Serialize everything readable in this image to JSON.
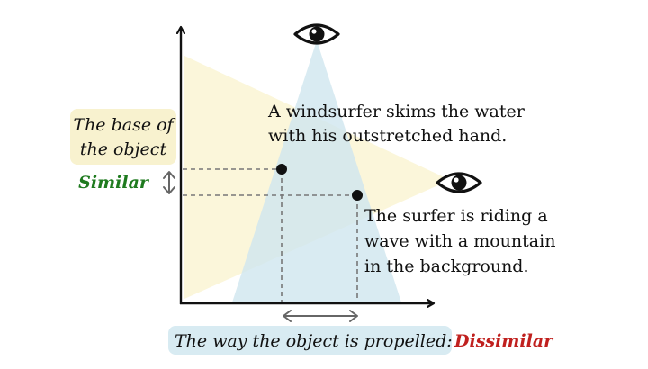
{
  "captions": {
    "upper_line1": "A windsurfer skims the water",
    "upper_line2": "with his outstretched hand.",
    "lower_line1": "The surfer is riding a",
    "lower_line2": "wave with a mountain",
    "lower_line3": "in the background."
  },
  "vertical_axis_label": {
    "line1": "The base of",
    "line2": "the object",
    "verdict": "Similar"
  },
  "horizontal_axis_label": {
    "text": "The way the object is propelled:",
    "verdict": "Dissimilar"
  },
  "colors": {
    "similar": "#1e7a1e",
    "dissimilar": "#c0201e",
    "yellow_cone": "#fbf6d8",
    "blue_cone": "#d4e9f0",
    "yellow_label_bg": "#f8f2cf",
    "blue_label_bg": "#d8ebf2"
  },
  "icons": {
    "top_viewer": "eye-icon",
    "side_viewer": "eye-icon"
  }
}
